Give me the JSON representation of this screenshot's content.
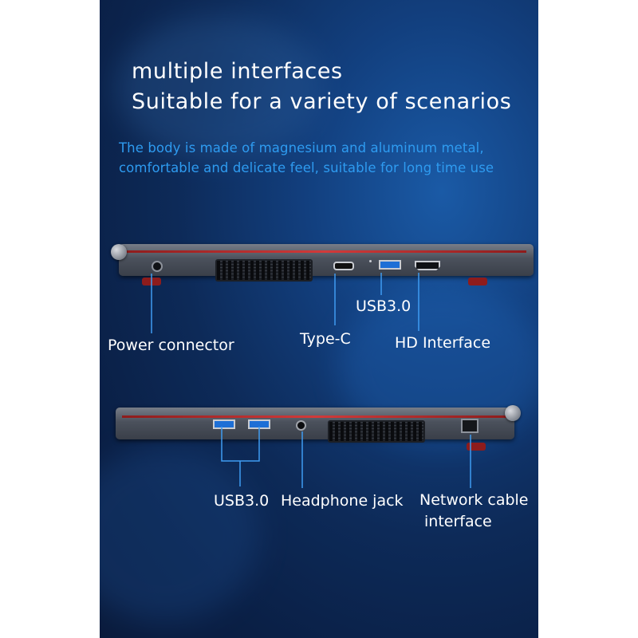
{
  "headline": {
    "line1": "multiple interfaces",
    "line2": "Suitable for a variety of scenarios"
  },
  "description": {
    "line1": "The body is made of magnesium and aluminum metal,",
    "line2": "comfortable and delicate feel, suitable for long time use"
  },
  "side_one_labels": {
    "power": "Power connector",
    "typec": "Type-C",
    "usb": "USB3.0",
    "hd": "HD Interface"
  },
  "side_two_labels": {
    "usb": "USB3.0",
    "headphone": "Headphone jack",
    "network_line1": "Network cable",
    "network_line2": "interface"
  },
  "colors": {
    "background_white": "#ffffff",
    "poster_blue": "#0d2a58",
    "accent_blue": "#2e9bf0",
    "leader_line": "#3f9cf2",
    "laptop_red_stripe": "#d23a3a",
    "text_white": "#ffffff"
  },
  "icons": [
    "power-port-icon",
    "type-c-port-icon",
    "usb-port-icon",
    "hdmi-port-icon",
    "headphone-jack-icon",
    "ethernet-port-icon",
    "hinge-icon",
    "vent-grille-icon"
  ]
}
